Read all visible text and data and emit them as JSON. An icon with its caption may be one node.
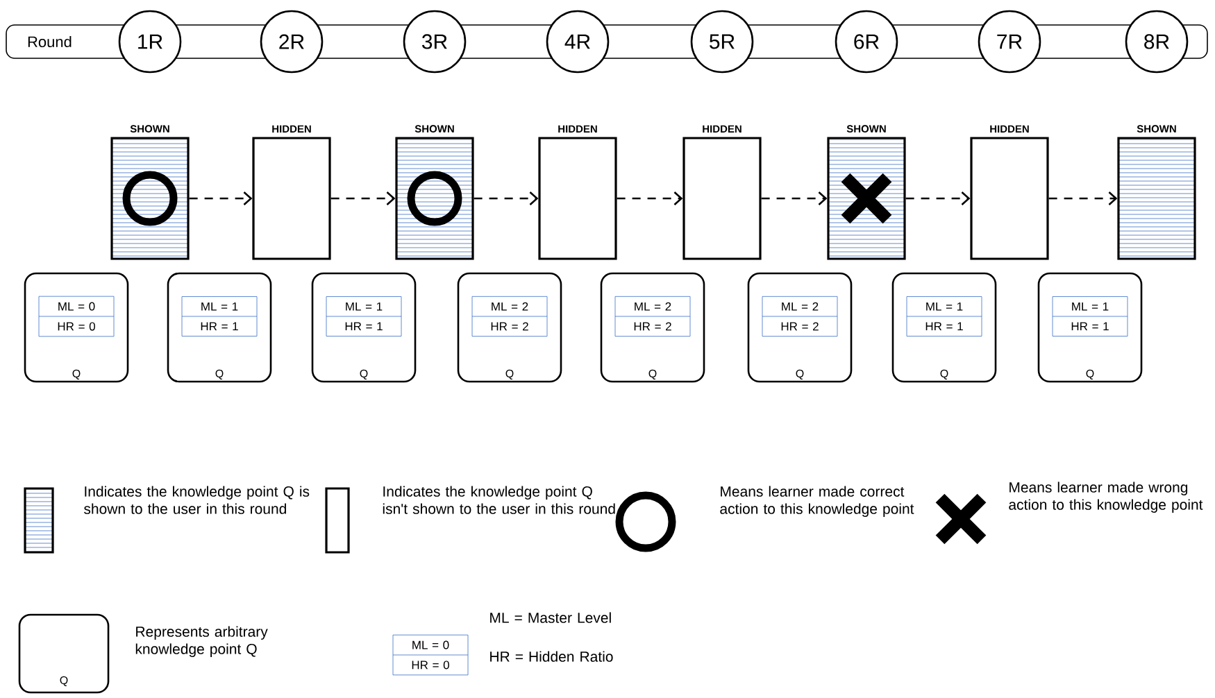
{
  "diagram": {
    "nodes": [
      {
        "text": [
          "Round"
        ]
      },
      {
        "text": [
          "1R"
        ]
      },
      {
        "text": [
          "2R"
        ]
      },
      {
        "text": [
          "3R"
        ]
      },
      {
        "text": [
          "4R"
        ]
      },
      {
        "text": [
          "5R"
        ]
      },
      {
        "text": [
          "6R"
        ]
      },
      {
        "text": [
          "7R"
        ]
      },
      {
        "text": [
          "8R"
        ]
      },
      {
        "text": [
          "SHOWN"
        ]
      },
      {
        "text": [
          "HIDDEN"
        ]
      },
      {
        "text": [
          "SHOWN"
        ]
      },
      {
        "text": [
          "HIDDEN"
        ]
      },
      {
        "text": [
          "HIDDEN"
        ]
      },
      {
        "text": [
          "SHOWN"
        ]
      },
      {
        "text": [
          "HIDDEN"
        ]
      },
      {
        "text": [
          "SHOWN"
        ]
      },
      {
        "text": [
          "Q"
        ]
      },
      {
        "text": [
          "ML = 0",
          "HR = 0"
        ],
        "in": 17
      },
      {
        "text": [
          "Q"
        ]
      },
      {
        "text": [
          "ML = 1",
          "HR = 1"
        ],
        "in": 19
      },
      {
        "text": [
          "Q"
        ]
      },
      {
        "text": [
          "ML = 1",
          "HR = 1"
        ],
        "in": 21
      },
      {
        "text": [
          "Q"
        ]
      },
      {
        "text": [
          "ML = 2",
          "HR = 2"
        ],
        "in": 23
      },
      {
        "text": [
          "Q"
        ]
      },
      {
        "text": [
          "ML = 2",
          "HR = 2"
        ],
        "in": 25
      },
      {
        "text": [
          "Q"
        ]
      },
      {
        "text": [
          "ML = 2",
          "HR = 2"
        ],
        "in": 27
      },
      {
        "text": [
          "Q"
        ]
      },
      {
        "text": [
          "ML = 1",
          "HR = 1"
        ],
        "in": 29
      },
      {
        "text": [
          "Q"
        ]
      },
      {
        "text": [
          "ML = 1",
          "HR = 1"
        ],
        "in": 31
      }
    ],
    "edges": [
      {
        "from": 9,
        "to": 10,
        "arrow": "to",
        "style": "dashed"
      },
      {
        "from": 10,
        "to": 11,
        "arrow": "to",
        "style": "dashed"
      },
      {
        "from": 11,
        "to": 12,
        "arrow": "to",
        "style": "dashed"
      },
      {
        "from": 12,
        "to": 13,
        "arrow": "to",
        "style": "dashed"
      },
      {
        "from": 13,
        "to": 14,
        "arrow": "to",
        "style": "dashed"
      },
      {
        "from": 14,
        "to": 15,
        "arrow": "to",
        "style": "dashed"
      },
      {
        "from": 15,
        "to": 16,
        "arrow": "to",
        "style": "dashed"
      }
    ],
    "labels": [
      "Q",
      "ML = 0",
      "HR = 0"
    ],
    "legend": [
      {
        "text": "Indicates the knowledge point Q is shown to the user in this round"
      },
      {
        "text": "Indicates the knowledge point Q isn't shown to the user in this round"
      },
      {
        "text": "Means learner made correct action to this knowledge point"
      },
      {
        "text": "Means learner made wrong action to this knowledge point"
      },
      {
        "text": "Represents arbitrary knowledge point Q"
      },
      {
        "text": "ML = Master Level"
      },
      {
        "text": "HR = Hidden Ratio"
      }
    ]
  }
}
